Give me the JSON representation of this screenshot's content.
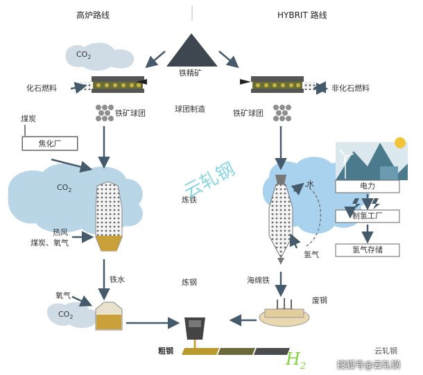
{
  "headers": {
    "left": "高炉路线",
    "right": "HYBRIT 路线"
  },
  "center": {
    "iron_concentrate": "铁精矿",
    "pellet_making": "球团制造",
    "ironmaking": "炼铁",
    "steelmaking": "炼钢",
    "crude_steel": "粗钢"
  },
  "left_route": {
    "fossil_fuel": "化石燃料",
    "pellets": "铁矿球团",
    "coal": "煤炭",
    "coking_plant": "焦化厂",
    "hot_blast": "热风",
    "coal_oxygen": "煤炭、氧气",
    "hot_metal": "铁水",
    "oxygen": "氧气"
  },
  "right_route": {
    "non_fossil_fuel": "非化石燃料",
    "pellets": "铁矿球团",
    "water": "水",
    "hydrogen": "氢气",
    "sponge_iron": "海绵铁",
    "scrap": "废钢",
    "electricity": "电力",
    "electrolyser": "制氢工厂",
    "hydrogen_storage": "氢气存储"
  },
  "co2": {
    "main": "CO",
    "sub": "2"
  },
  "watermark": "云轧钢",
  "logo": {
    "main": "H",
    "sub": "2"
  },
  "credits": {
    "small": "云轧钢",
    "main": "搜狐号@云轧钢"
  },
  "colors": {
    "cloud": "#b9d6e6",
    "arrow": "#455a6a",
    "conveyor": "#6b6e32",
    "pellet": "#8e8e8e",
    "furnace": "#aab0b6",
    "molten": "#c9a03a",
    "water_cloud": "#a9d2ee",
    "watermark": "#5ec8d8",
    "h2_logo": "#7fd43a"
  }
}
